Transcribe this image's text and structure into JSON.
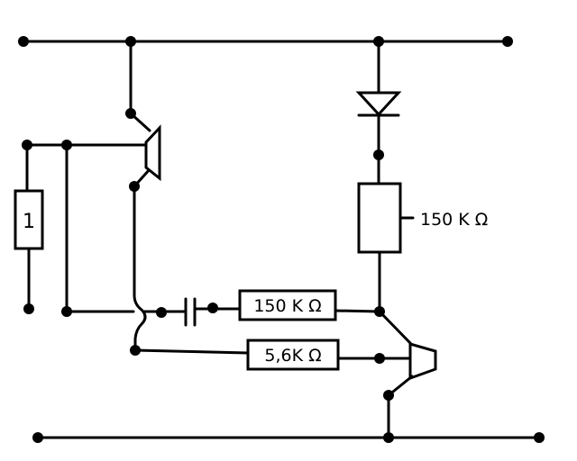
{
  "labels": {
    "component_1": "1",
    "resistor_top_right": "150 K Ω",
    "resistor_middle": "150 K Ω",
    "resistor_bottom": "5,6K Ω"
  }
}
